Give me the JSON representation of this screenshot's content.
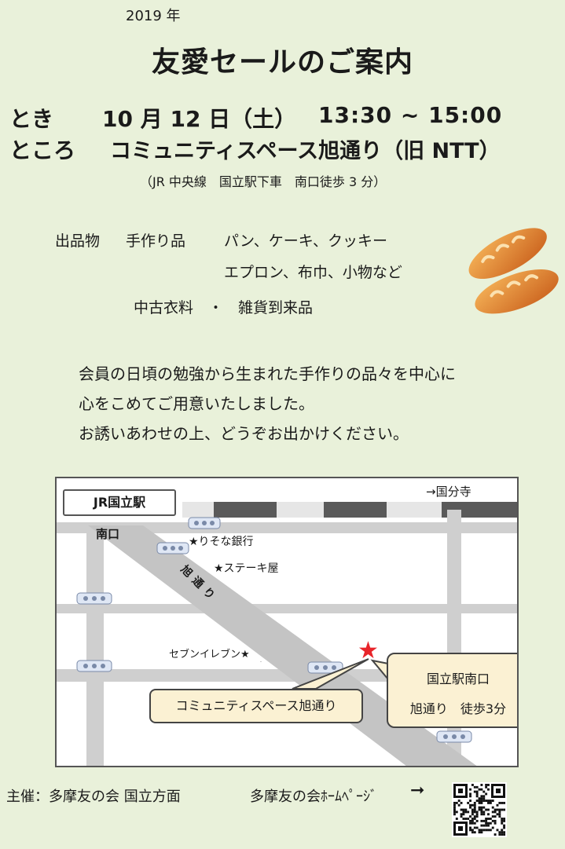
{
  "header": {
    "year": "2019 年",
    "title": "友愛セールのご案内"
  },
  "event": {
    "when_label": "とき",
    "date": "10 月 12 日（土）",
    "time": "13:30 ~ 15:00",
    "where_label": "ところ",
    "venue": "コミュニティスペース旭通り（旧 NTT）",
    "access": "（JR 中央線　国立駅下車　南口徒歩 3 分）"
  },
  "items": {
    "label": "出品物",
    "category1": "手作り品",
    "line1": "パン、ケーキ、クッキー",
    "line2": "エプロン、布巾、小物など",
    "line3": "中古衣料　・　雑貨到来品"
  },
  "message": {
    "line1": "会員の日頃の勉強から生まれた手作りの品々を中心に",
    "line2": "心をこめてご用意いたしました。",
    "line3": "お誘いあわせの上、どうぞお出かけください。"
  },
  "map": {
    "station": "JR国立駅",
    "south_exit": "南口",
    "to_kokubunji": "→国分寺",
    "resona": "★りそな銀行",
    "steak": "★ステーキ屋",
    "street": "旭通り",
    "seven": "セブンイレブン★",
    "callout_venue": "コミュニティスペース旭通り",
    "callout_station": "国立駅南口",
    "callout_walk": "旭通り　徒歩3分"
  },
  "footer": {
    "organizer": "主催：多摩友の会 国立方面",
    "homepage": "多摩友の会ﾎｰﾑﾍﾟｰｼﾞ",
    "arrow": "➞"
  },
  "colors": {
    "background": "#e9f1da",
    "callout": "#fbf1d3",
    "star": "#e8242a",
    "road": "#c4c4c4",
    "track": "#5a5a5a"
  },
  "icons": {
    "bread": "bread-illustration",
    "qr": "qr-code"
  }
}
